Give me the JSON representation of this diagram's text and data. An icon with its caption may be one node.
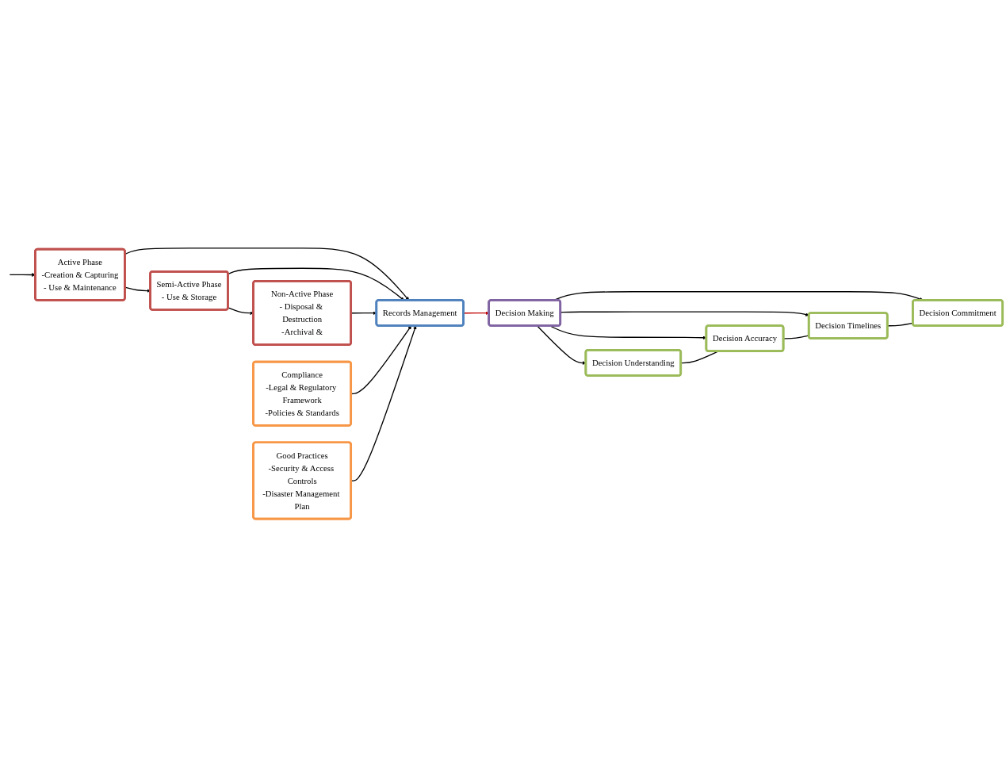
{
  "diagram": {
    "nodes": [
      {
        "text": [
          "Active Phase",
          "-Creation & Capturing",
          "- Use & Maintenance"
        ]
      },
      {
        "text": [
          "Semi-Active Phase",
          "- Use & Storage"
        ]
      },
      {
        "text": [
          "Non-Active Phase",
          "- Disposal & Destruction",
          "-Archival &"
        ]
      },
      {
        "text": [
          "Compliance",
          "-Legal & Regulatory Framework",
          "-Policies & Standards"
        ]
      },
      {
        "text": [
          "Records Management"
        ]
      },
      {
        "text": [
          "Decision Making"
        ]
      },
      {
        "text": [
          "Good Practices",
          "-Security & Access Controls",
          "-Disaster Management Plan"
        ]
      },
      {
        "text": [
          "Decision Understanding"
        ]
      },
      {
        "text": [
          "Decision Accuracy"
        ]
      },
      {
        "text": [
          "Decision Timelines"
        ]
      },
      {
        "text": [
          "Decision Commitment"
        ]
      }
    ],
    "edges": [
      {
        "from": null,
        "to": 0,
        "arrow": "to"
      },
      {
        "from": 0,
        "to": 1,
        "arrow": "to"
      },
      {
        "from": 1,
        "to": 2,
        "arrow": "to"
      },
      {
        "from": 0,
        "to": 4,
        "arrow": "to"
      },
      {
        "from": 1,
        "to": 4,
        "arrow": "to"
      },
      {
        "from": 2,
        "to": 4,
        "arrow": "to"
      },
      {
        "from": 3,
        "to": 4,
        "arrow": "to"
      },
      {
        "from": 6,
        "to": 4,
        "arrow": "to"
      },
      {
        "from": 4,
        "to": 5,
        "arrow": "to",
        "color": "#c00000"
      },
      {
        "from": 5,
        "to": 7,
        "arrow": "to"
      },
      {
        "from": 5,
        "to": 8,
        "arrow": "to"
      },
      {
        "from": 5,
        "to": 9,
        "arrow": "to"
      },
      {
        "from": 5,
        "to": 10,
        "arrow": "to"
      },
      {
        "from": 7,
        "to": 8,
        "arrow": "none"
      },
      {
        "from": 8,
        "to": 9,
        "arrow": "none"
      },
      {
        "from": 9,
        "to": 10,
        "arrow": "none"
      }
    ]
  }
}
